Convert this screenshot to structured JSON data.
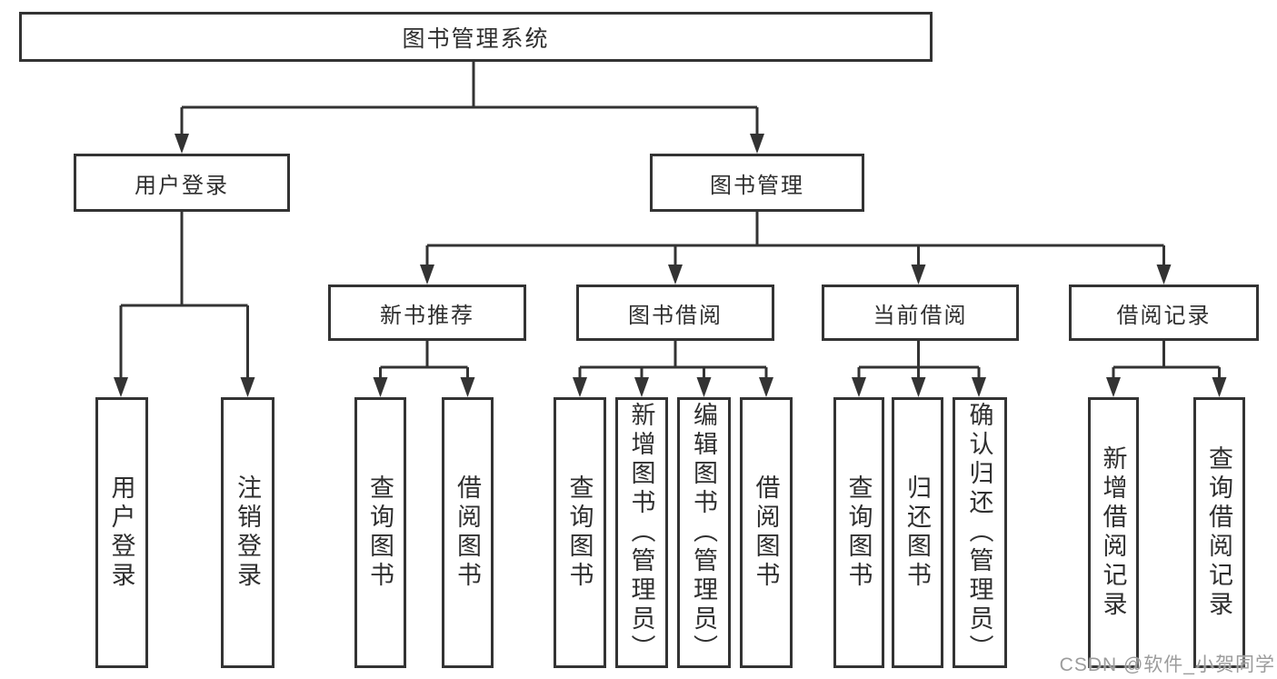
{
  "tree": {
    "label": "图书管理系统",
    "children": [
      {
        "label": "用户登录",
        "children": [
          {
            "label": "用户登录"
          },
          {
            "label": "注销登录"
          }
        ]
      },
      {
        "label": "图书管理",
        "children": [
          {
            "label": "新书推荐",
            "children": [
              {
                "label": "查询图书"
              },
              {
                "label": "借阅图书"
              }
            ]
          },
          {
            "label": "图书借阅",
            "children": [
              {
                "label": "查询图书"
              },
              {
                "label": "新增图书（管理员）"
              },
              {
                "label": "编辑图书（管理员）"
              },
              {
                "label": "借阅图书"
              }
            ]
          },
          {
            "label": "当前借阅",
            "children": [
              {
                "label": "查询图书"
              },
              {
                "label": "归还图书"
              },
              {
                "label": "确认归还（管理员）"
              }
            ]
          },
          {
            "label": "借阅记录",
            "children": [
              {
                "label": "新增借阅记录"
              },
              {
                "label": "查询借阅记录"
              }
            ]
          }
        ]
      }
    ]
  },
  "watermark": {
    "text": "CSDN @软件_小贺同学"
  },
  "colors": {
    "line": "#333333",
    "box_border": "#333333",
    "box_fill": "#ffffff",
    "text": "#2f2f2f",
    "background": "#ffffff",
    "watermark_text": "#9c9c9c"
  }
}
